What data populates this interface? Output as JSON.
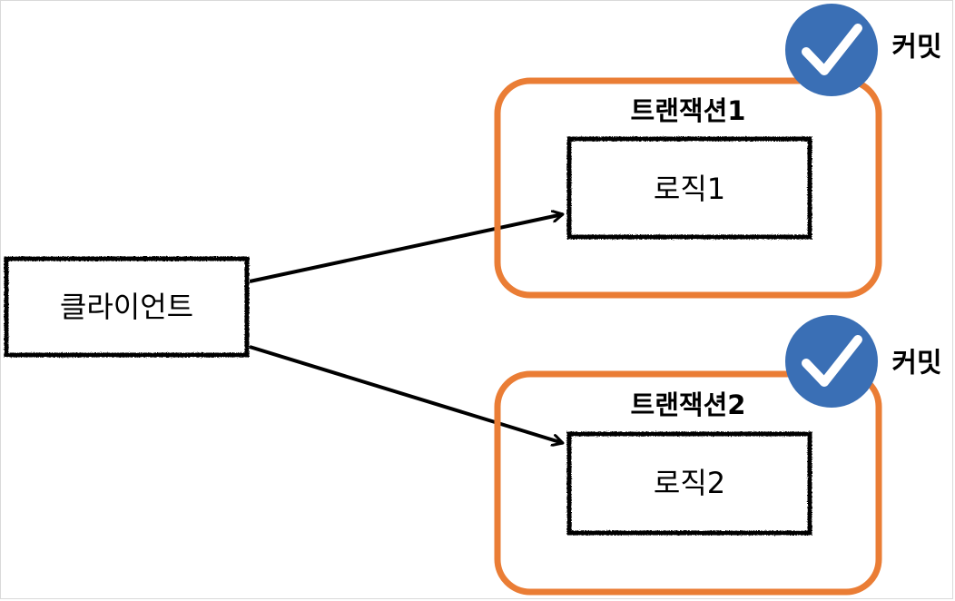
{
  "diagram": {
    "client": {
      "label": "클라이언트"
    },
    "transactions": [
      {
        "title": "트랜잭션1",
        "logic_label": "로직1",
        "status_label": "커밋",
        "status_icon": "check-icon"
      },
      {
        "title": "트랜잭션2",
        "logic_label": "로직2",
        "status_label": "커밋",
        "status_icon": "check-icon"
      }
    ]
  },
  "colors": {
    "transaction_border": "#ea7d35",
    "badge_fill": "#3a6fb5",
    "box_border": "#000000",
    "arrow": "#000000"
  }
}
